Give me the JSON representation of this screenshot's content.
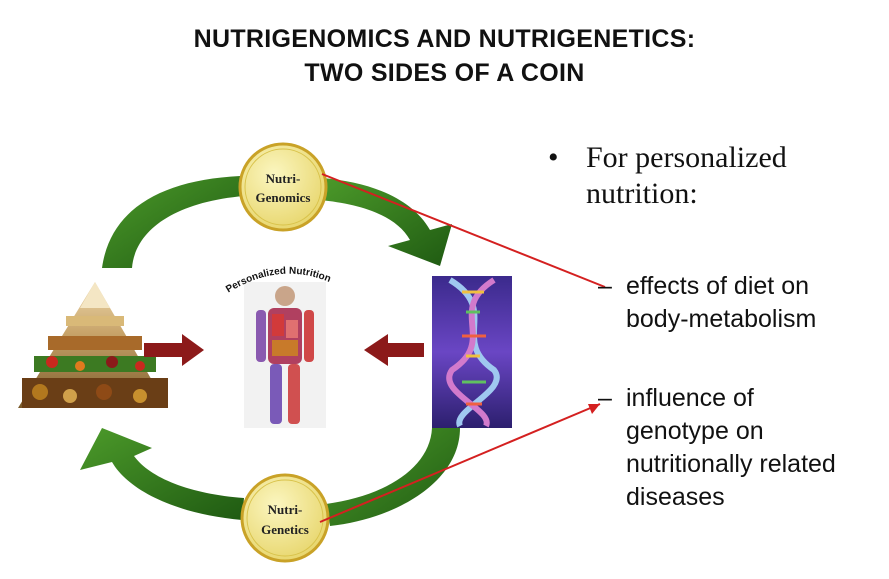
{
  "title": {
    "line1": "NUTRIGENOMICS AND NUTRIGENETICS:",
    "line2": "TWO SIDES OF A COIN"
  },
  "diagram": {
    "top_coin": {
      "line1": "Nutri-",
      "line2": "Genomics"
    },
    "bottom_coin": {
      "line1": "Nutri-",
      "line2": "Genetics"
    },
    "center_label": "Personalized Nutrition",
    "colors": {
      "arrow_green": "#2f7a1f",
      "coin_fill": "#f3ea8a",
      "coin_border": "#c9a227",
      "connector_red": "#d42020",
      "side_arrow": "#8c1a1a"
    }
  },
  "bullets": {
    "main_bullet": "•",
    "main_line1": "For personalized",
    "main_line2": "nutrition:",
    "items": [
      {
        "dash": "–",
        "line1": "effects of diet on",
        "line2": "body-metabolism"
      },
      {
        "dash": "–",
        "line1": "influence of",
        "line2": "genotype on",
        "line3": "nutritionally related",
        "line4": "diseases"
      }
    ]
  }
}
